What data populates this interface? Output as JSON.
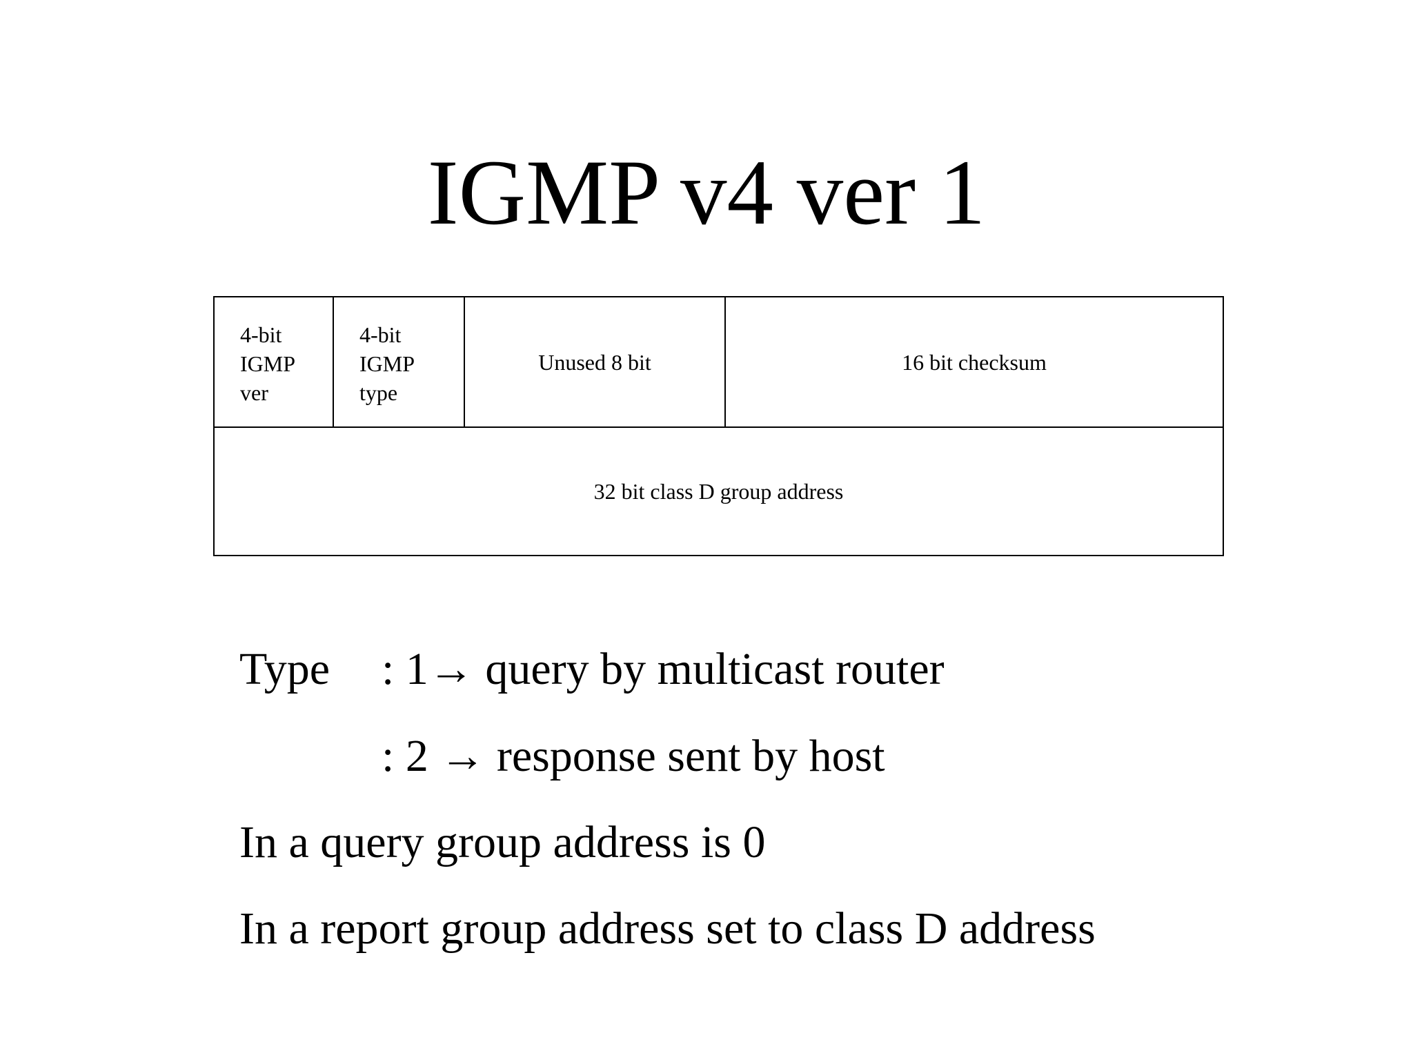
{
  "slide": {
    "title": "IGMP v4 ver 1"
  },
  "packet": {
    "row1": [
      {
        "lines": [
          "4-bit",
          "IGMP",
          "ver"
        ]
      },
      {
        "lines": [
          "4-bit",
          "IGMP",
          "type"
        ]
      },
      {
        "text": "Unused 8 bit"
      },
      {
        "text": "16 bit checksum"
      }
    ],
    "row2": {
      "text": "32 bit class D group address"
    }
  },
  "notes": {
    "type_label": "Type",
    "type_values": [
      ": 1→ query by multicast router",
      ": 2 → response sent by host"
    ],
    "lines": [
      "In a query group address is 0",
      "In a report group address set to class D address"
    ]
  }
}
